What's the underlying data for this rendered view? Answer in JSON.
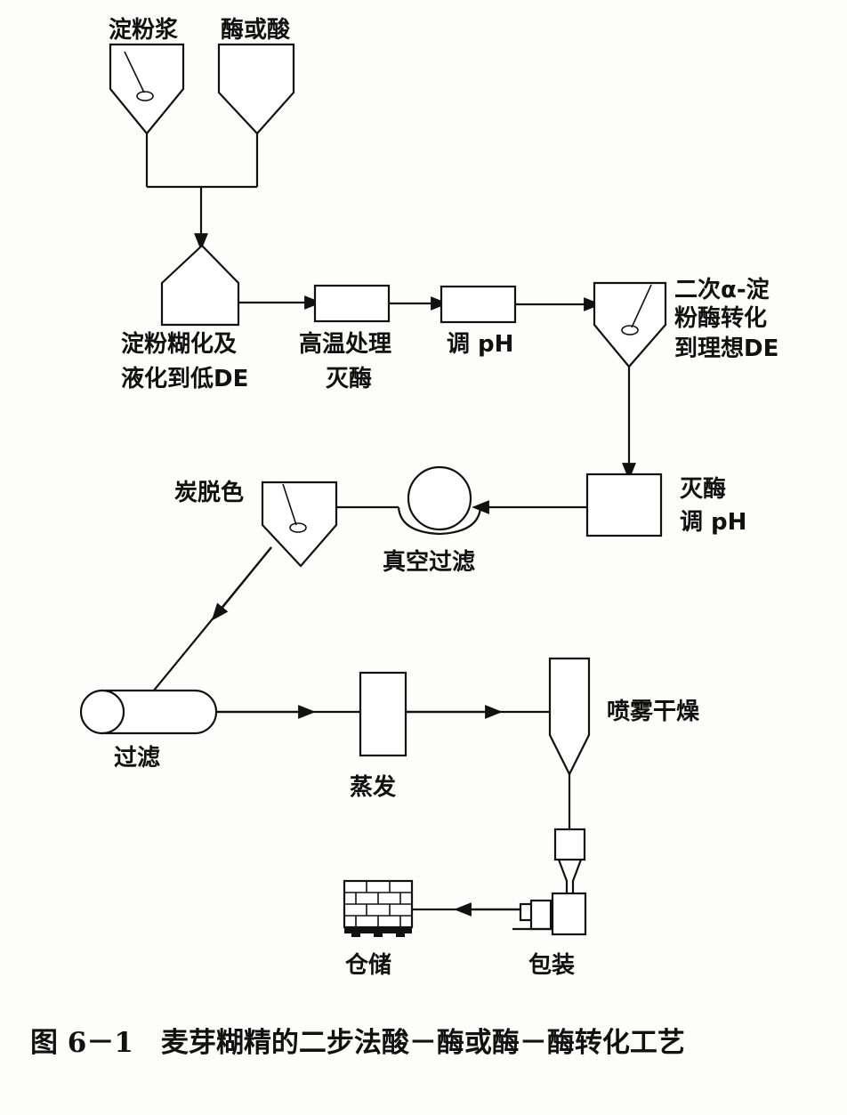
{
  "labels": {
    "starch_slurry": "淀粉浆",
    "enzyme_or_acid": "酶或酸",
    "gelatinize_line1": "淀粉糊化及",
    "gelatinize_line2": "液化到低DE",
    "high_temp_line1": "高温处理",
    "high_temp_line2": "灭酶",
    "adjust_ph_1": "调 pH",
    "second_line1": "二次α-淀",
    "second_line2": "粉酶转化",
    "second_line3": "到理想DE",
    "inactivate_line1": "灭酶",
    "inactivate_line2": "调 pH",
    "vacuum_filter": "真空过滤",
    "carbon_decolor": "炭脱色",
    "filter": "过滤",
    "evaporate": "蒸发",
    "spray_dry": "喷雾干燥",
    "storage": "仓储",
    "packaging": "包装"
  },
  "caption": "图 6－1　麦芽糊精的二步法酸－酶或酶－酶转化工艺"
}
